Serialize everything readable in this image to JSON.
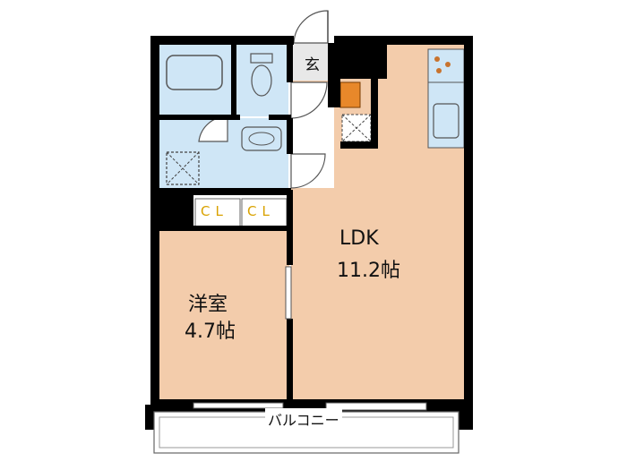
{
  "plan": {
    "entrance_label": "玄",
    "ldk": {
      "name": "LDK",
      "size": "11.2帖"
    },
    "western_room": {
      "name": "洋室",
      "size": "4.7帖"
    },
    "closets": [
      "CL",
      "CL"
    ],
    "balcony_label": "バルコニー"
  },
  "colors": {
    "room_fill": "#f3ccab",
    "wet_fill": "#cfe6f6",
    "wall": "#000000",
    "balcony_fill": "#ffffff",
    "closet_text": "#d9a200",
    "stove_dots": "#c8732e",
    "storage": "#e8882a",
    "entrance_fill": "#e8e8e8"
  }
}
